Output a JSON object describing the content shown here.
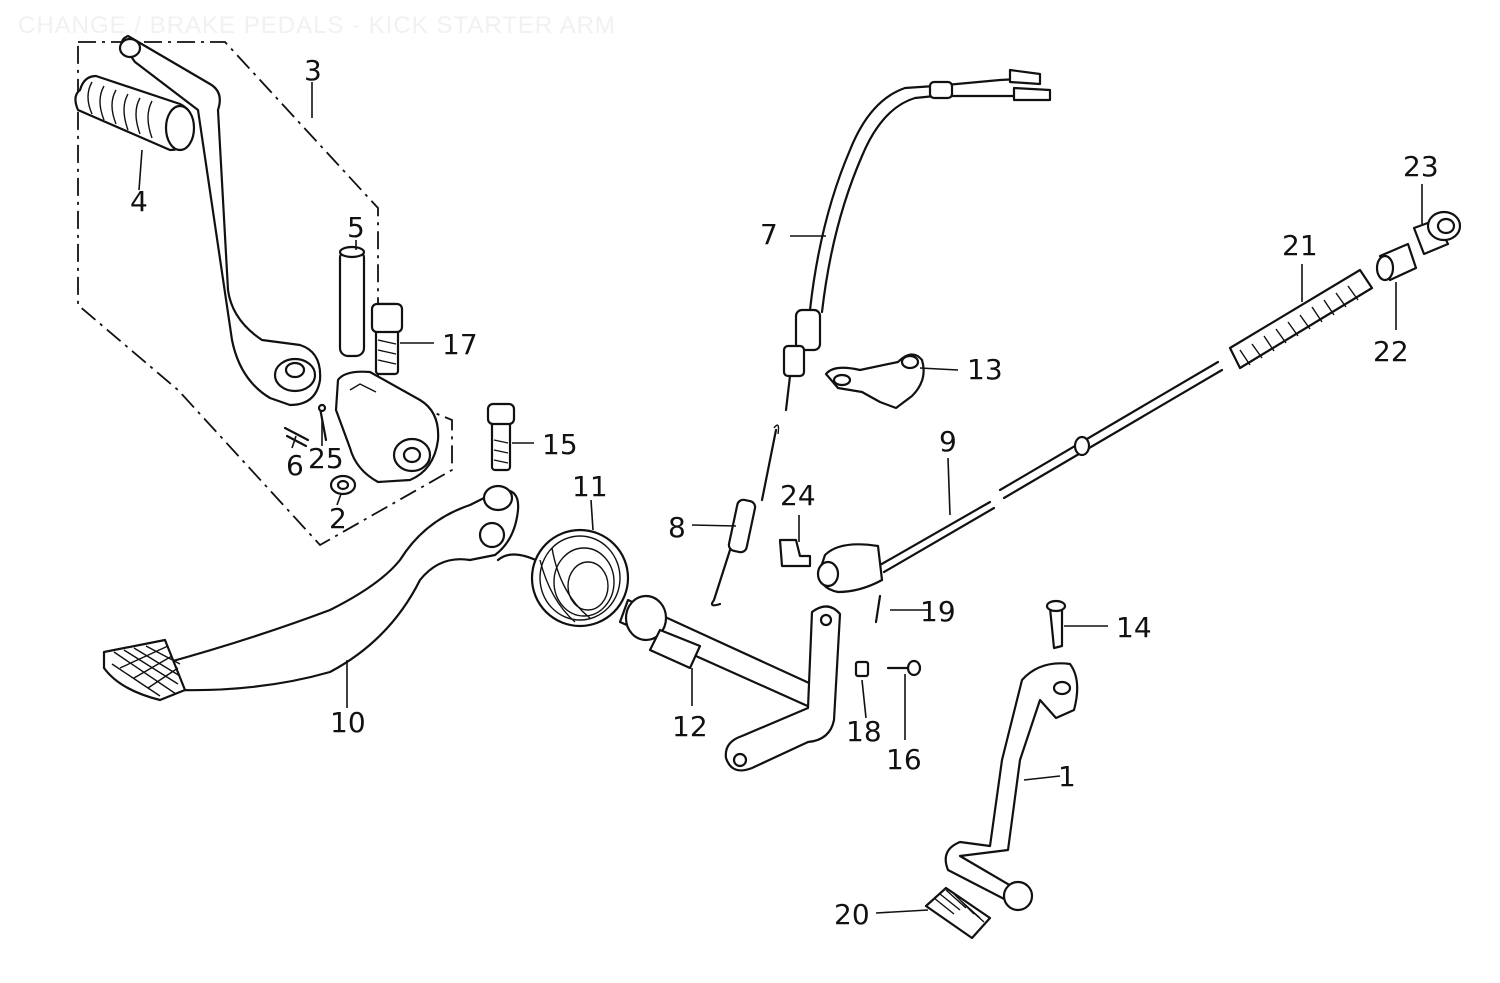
{
  "title": "CHANGE / BRAKE PEDALS - KICK STARTER ARM",
  "parts": [
    {
      "id": "p1",
      "label": "1"
    },
    {
      "id": "p2",
      "label": "2"
    },
    {
      "id": "p3",
      "label": "3"
    },
    {
      "id": "p4",
      "label": "4"
    },
    {
      "id": "p5",
      "label": "5"
    },
    {
      "id": "p6",
      "label": "6"
    },
    {
      "id": "p7",
      "label": "7"
    },
    {
      "id": "p8",
      "label": "8"
    },
    {
      "id": "p9",
      "label": "9"
    },
    {
      "id": "p10",
      "label": "10"
    },
    {
      "id": "p11",
      "label": "11"
    },
    {
      "id": "p12",
      "label": "12"
    },
    {
      "id": "p13",
      "label": "13"
    },
    {
      "id": "p14",
      "label": "14"
    },
    {
      "id": "p15",
      "label": "15"
    },
    {
      "id": "p16",
      "label": "16"
    },
    {
      "id": "p17",
      "label": "17"
    },
    {
      "id": "p18",
      "label": "18"
    },
    {
      "id": "p19",
      "label": "19"
    },
    {
      "id": "p20",
      "label": "20"
    },
    {
      "id": "p21",
      "label": "21"
    },
    {
      "id": "p22",
      "label": "22"
    },
    {
      "id": "p23",
      "label": "23"
    },
    {
      "id": "p24",
      "label": "24"
    },
    {
      "id": "p25",
      "label": "25"
    }
  ]
}
